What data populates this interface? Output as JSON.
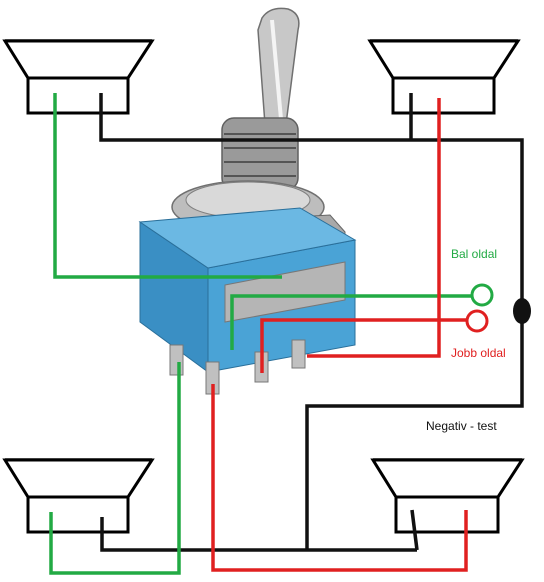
{
  "labels": {
    "left_side": "Bal oldal",
    "right_side": "Jobb oldal",
    "negative_test": "Negativ - test"
  },
  "colors": {
    "green_wire": "#22aa44",
    "red_wire": "#e02020",
    "black_wire": "#111111",
    "speaker_rim": "#808080",
    "switch_body": "#4aa3d6",
    "label_green": "#22aa44",
    "label_red": "#e02020",
    "label_black": "#111111"
  },
  "icons": {
    "speaker": "speaker-icon",
    "toggle_switch": "toggle-switch-icon",
    "terminal": "terminal-ring-icon"
  }
}
